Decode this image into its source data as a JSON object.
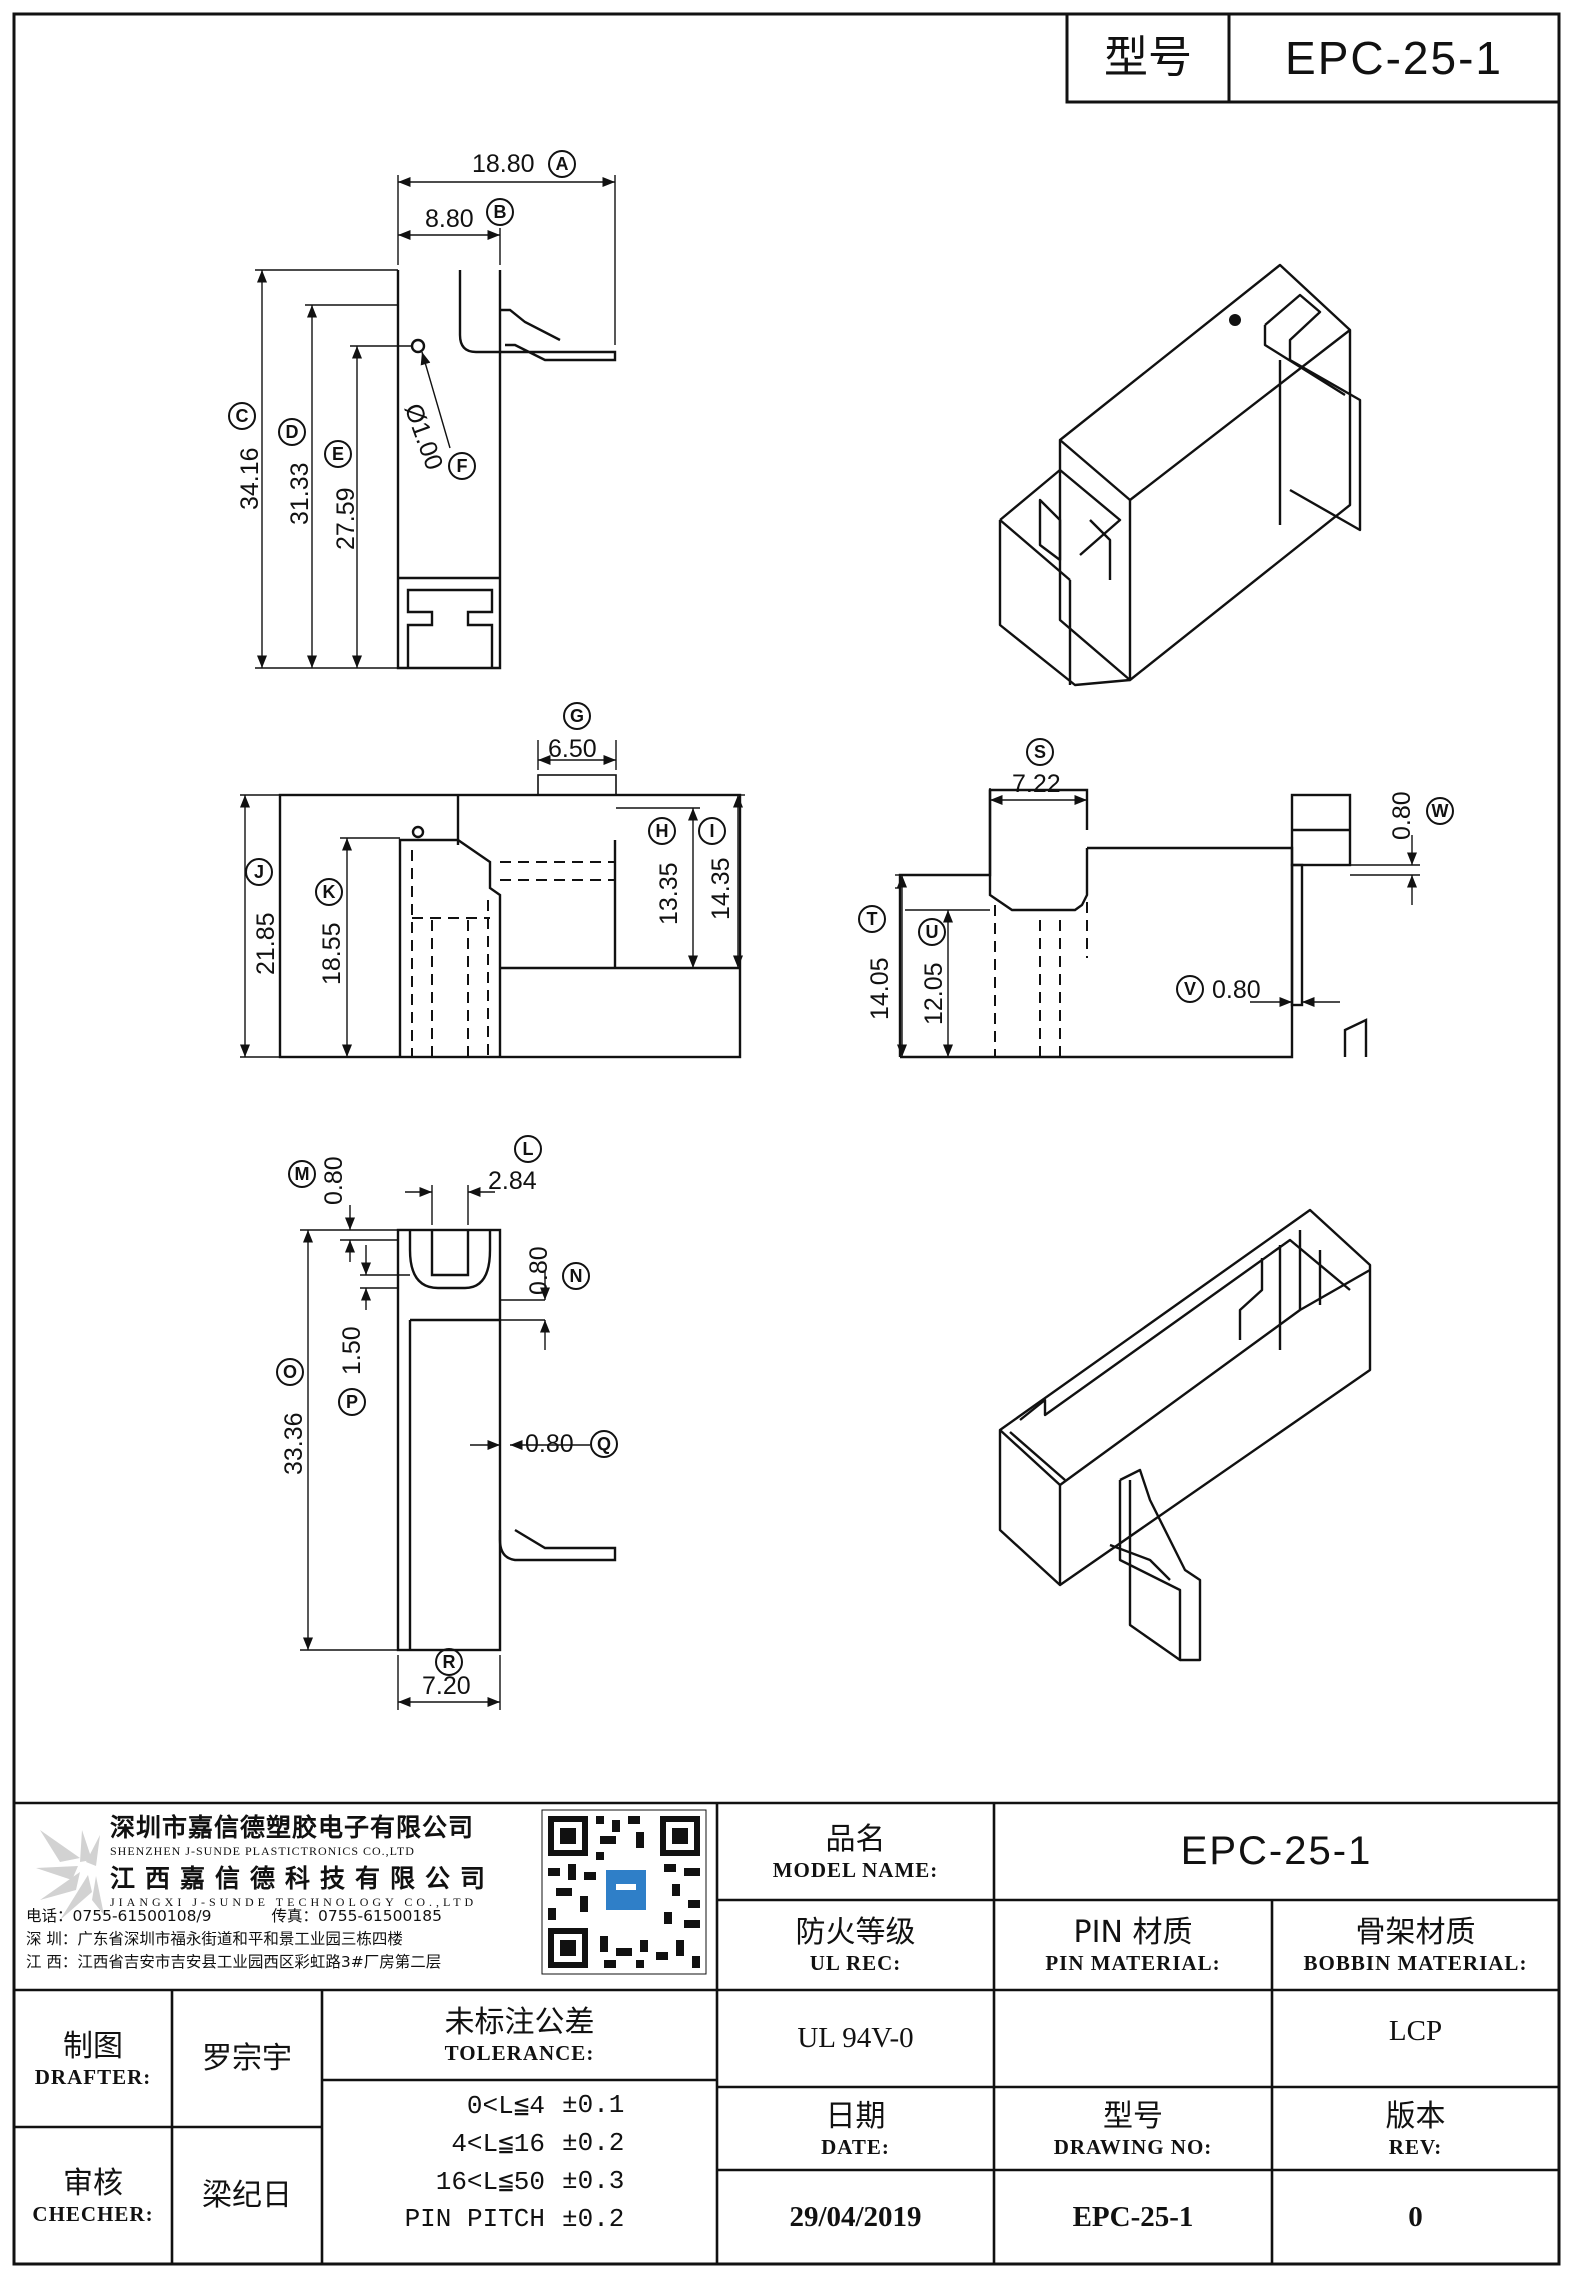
{
  "header": {
    "model_label": "型号",
    "model_value": "EPC-25-1"
  },
  "dims": {
    "A": "18.80",
    "B": "8.80",
    "C": "34.16",
    "D": "31.33",
    "E": "27.59",
    "F": "Ø1.00",
    "G": "6.50",
    "H": "13.35",
    "I": "14.35",
    "J": "21.85",
    "K": "18.55",
    "S": "7.22",
    "T": "14.05",
    "U": "12.05",
    "V": "0.80",
    "W": "0.80",
    "L": "2.84",
    "M": "0.80",
    "N": "0.80",
    "O": "33.36",
    "P": "1.50",
    "Q": "0.80",
    "R": "7.20"
  },
  "company": {
    "name_sz": "深圳市嘉信德塑胶电子有限公司",
    "name_sz_en": "SHENZHEN J-SUNDE PLASTICTRONICS CO.,LTD",
    "name_jx": "江西嘉信德科技有限公司",
    "name_jx_en": "JIANGXI J-SUNDE TECHNOLOGY CO.,LTD",
    "tel": "电话：0755-61500108/9",
    "fax": "传真：0755-61500185",
    "addr_sz": "深 圳：广东省深圳市福永街道和平和景工业园三栋四楼",
    "addr_jx": "江 西：江西省吉安市吉安县工业园西区彩虹路3#厂房第二层"
  },
  "table": {
    "model_name_cn": "品名",
    "model_name_en": "MODEL NAME:",
    "model_name_val": "EPC-25-1",
    "ul_cn": "防火等级",
    "ul_en": "UL REC:",
    "ul_val": "UL 94V-0",
    "pin_cn": "PIN 材质",
    "pin_en": "PIN MATERIAL:",
    "pin_val": "",
    "bobbin_cn": "骨架材质",
    "bobbin_en": "BOBBIN MATERIAL:",
    "bobbin_val": "LCP",
    "drafter_cn": "制图",
    "drafter_en": "DRAFTER:",
    "drafter_val": "罗宗宇",
    "checker_cn": "审核",
    "checker_en": "CHECHER:",
    "checker_val": "梁纪日",
    "tol_cn": "未标注公差",
    "tol_en": "TOLERANCE:",
    "tol_rows": [
      {
        "range": "0<L≦4",
        "value": "±0.1"
      },
      {
        "range": "4<L≦16",
        "value": "±0.2"
      },
      {
        "range": "16<L≦50",
        "value": "±0.3"
      },
      {
        "range": "PIN PITCH",
        "value": "±0.2"
      }
    ],
    "date_cn": "日期",
    "date_en": "DATE:",
    "date_val": "29/04/2019",
    "drawing_cn": "型号",
    "drawing_en": "DRAWING NO:",
    "drawing_val": "EPC-25-1",
    "rev_cn": "版本",
    "rev_en": "REV:",
    "rev_val": "0"
  }
}
